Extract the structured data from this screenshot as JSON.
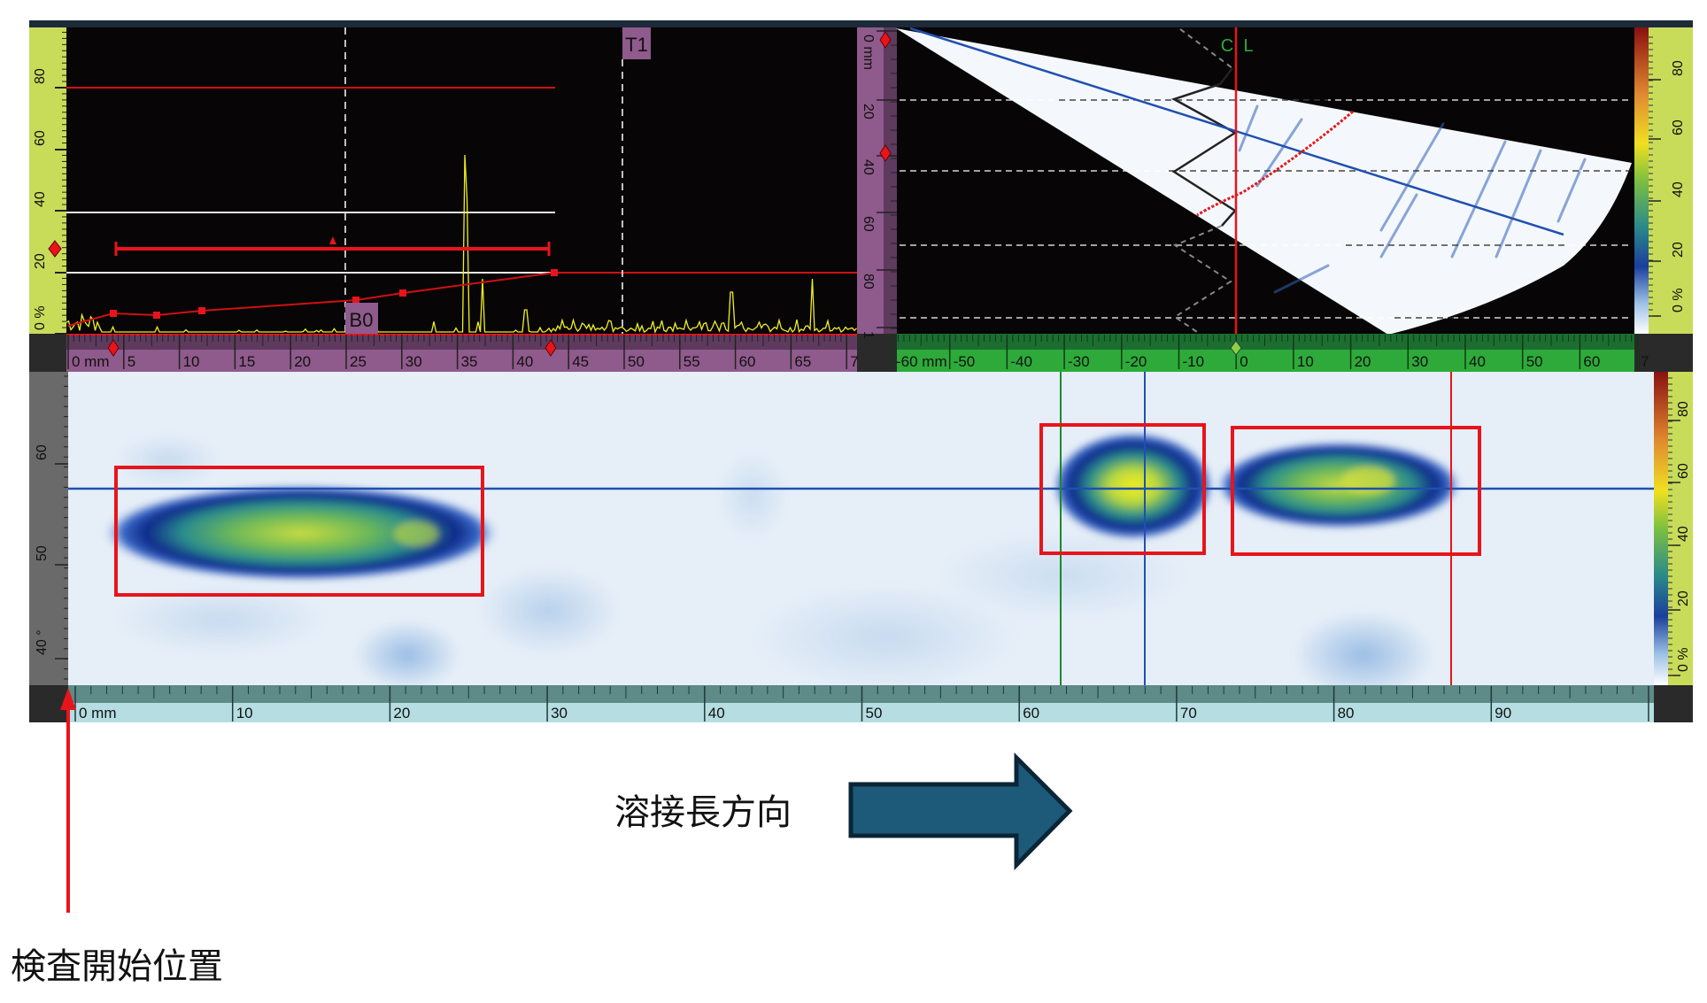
{
  "ascan": {
    "amplitude_axis": {
      "labels": [
        "0 %",
        "20",
        "40",
        "60",
        "80"
      ]
    },
    "time_axis": {
      "labels": [
        "0 mm",
        "5",
        "10",
        "15",
        "20",
        "25",
        "30",
        "35",
        "40",
        "45",
        "50",
        "55",
        "60",
        "65",
        "7"
      ]
    },
    "gate_labels": {
      "t1": "T1",
      "b0": "B0"
    }
  },
  "sscan": {
    "depth_axis": {
      "labels": [
        "0 mm",
        "20",
        "40",
        "60",
        "80",
        "1"
      ]
    },
    "index_axis": {
      "labels": [
        "-60 mm",
        "-50",
        "-40",
        "-30",
        "-20",
        "-10",
        "0",
        "10",
        "20",
        "30",
        "40",
        "50",
        "60",
        "7"
      ]
    },
    "centerline_label": {
      "c": "C",
      "l": "L"
    }
  },
  "color_scale": {
    "labels": [
      "0 %",
      "20",
      "40",
      "60",
      "80"
    ]
  },
  "cscan": {
    "angle_axis": {
      "labels": [
        "60",
        "50",
        "40 °"
      ]
    },
    "scan_axis": {
      "labels": [
        "0 mm",
        "10",
        "20",
        "30",
        "40",
        "50",
        "60",
        "70",
        "80",
        "90"
      ]
    }
  },
  "annotations": {
    "start_position": "検査開始位置",
    "weld_direction": "溶接長方向"
  },
  "colors": {
    "amplitude_scale": "#c8dc5a",
    "ascan_ruler": "#8f5a8c",
    "sscan_ruler": "#2eaa3a",
    "cscan_ruler": "#b5dde2",
    "indication_box": "#e8141c",
    "direction_arrow": "#1d5a7a"
  }
}
